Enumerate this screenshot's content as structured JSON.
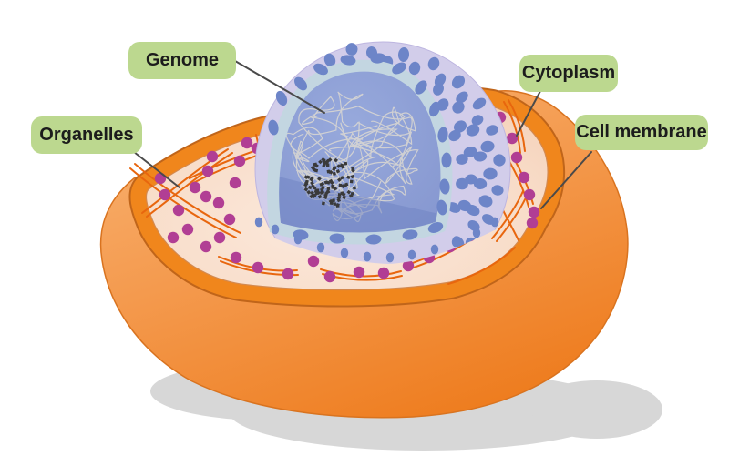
{
  "diagram": {
    "labels": {
      "genome": {
        "text": "Genome"
      },
      "organelles": {
        "text": "Organelles"
      },
      "cytoplasm": {
        "text": "Cytoplasm"
      },
      "cell_membrane": {
        "text": "Cell membrane"
      }
    }
  },
  "colors": {
    "background": "#ffffff",
    "label_bg": "#bcd88f",
    "label_text": "#1c1c1c",
    "pointer_line": "#4a4a4a",
    "membrane_rim": "#f0861c",
    "membrane_rim_edge": "#c0651a",
    "membrane_body_light": "#f9b271",
    "membrane_body_dark": "#ee7c1e",
    "cytoplasm_fill": "#f7d8c3",
    "cytoplasm_highlight": "#fbe9dc",
    "cytoplasm_edge": "#d4894e",
    "organelle_dot": "#b13e94",
    "er_line": "#e8660e",
    "nucleus_surface": "#d2cdea",
    "nucleus_surface_edge": "#bdb5e0",
    "nuclear_pore_dot": "#6d85c8",
    "nucleoplasm": "#8da0d7",
    "nucleoplasm_shaded": "#6e82c2",
    "nuclear_envelope": "#c3d6e1",
    "chromatin": "#e9e2d0",
    "nucleolus": "#3a3a3a",
    "shadow": "#d7d7d7"
  }
}
